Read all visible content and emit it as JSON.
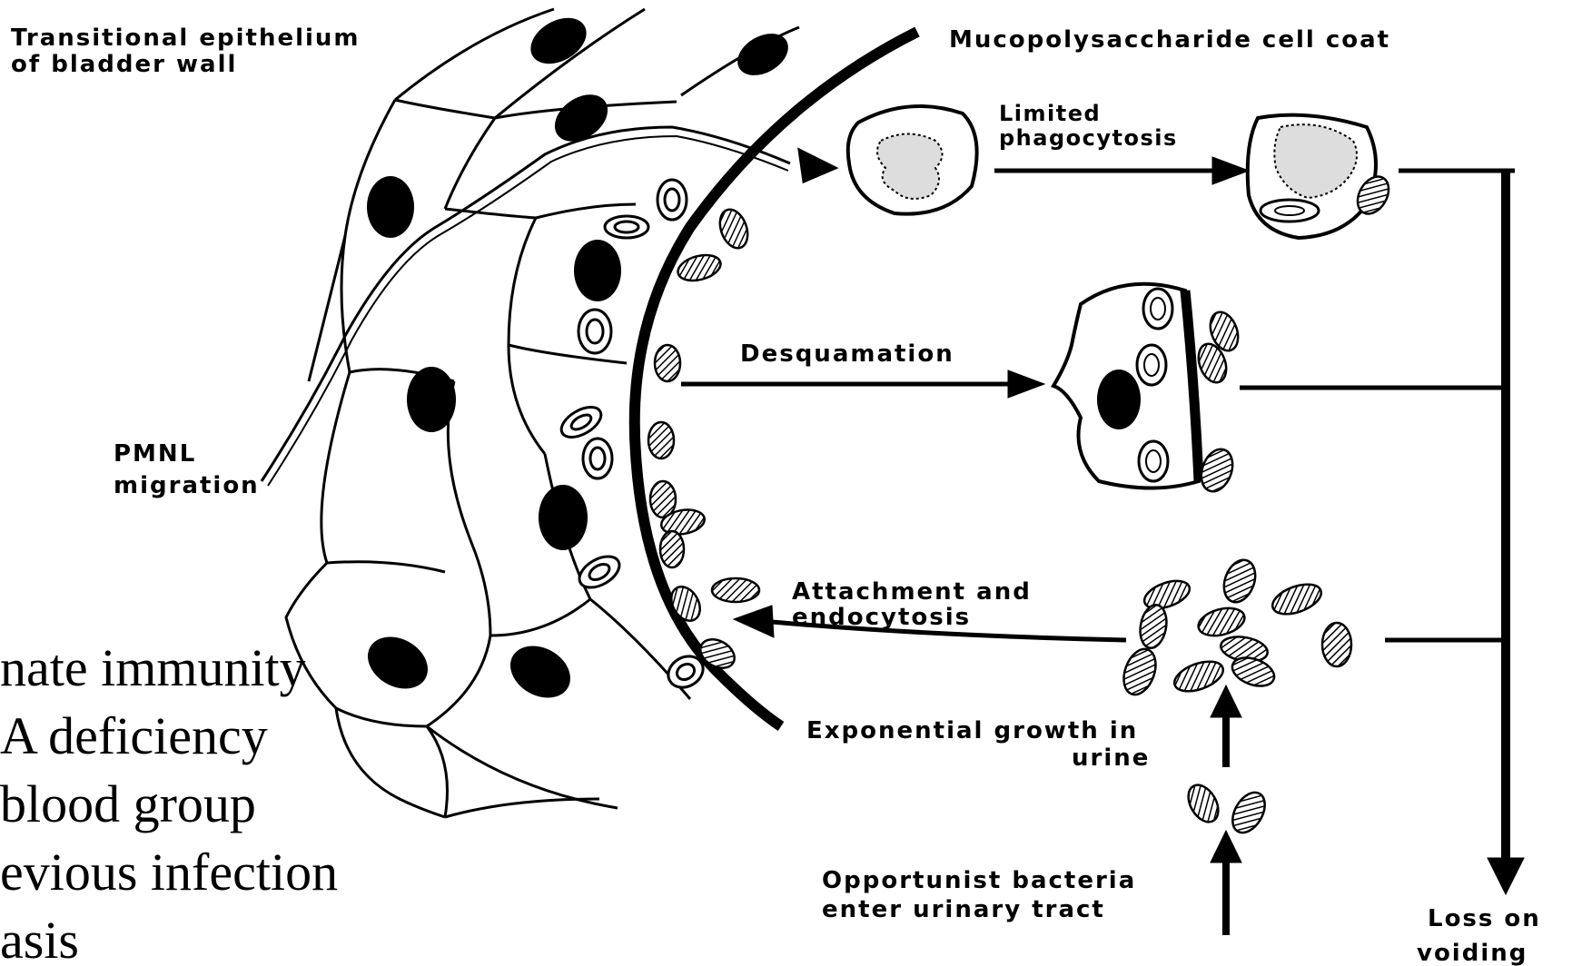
{
  "labels": {
    "epithelium_line1": "Transitional epithelium",
    "epithelium_line2": "of bladder wall",
    "coat": "Mucopolysaccharide cell coat",
    "phago_line1": "Limited",
    "phago_line2": "phagocytosis",
    "desquamation": "Desquamation",
    "pmnl_line1": "PMNL",
    "pmnl_line2": "migration",
    "attach_line1": "Attachment and",
    "attach_line2": "endocytosis",
    "growth_line1": "Exponential growth in",
    "growth_line2": "urine",
    "opp_line1": "Opportunist bacteria",
    "opp_line2": "enter urinary tract",
    "loss_line1": "Loss on",
    "loss_line2": "voiding"
  },
  "overlay_text": [
    "nate immunity",
    "A deficiency",
    " blood group",
    "evious infection",
    "asis"
  ]
}
